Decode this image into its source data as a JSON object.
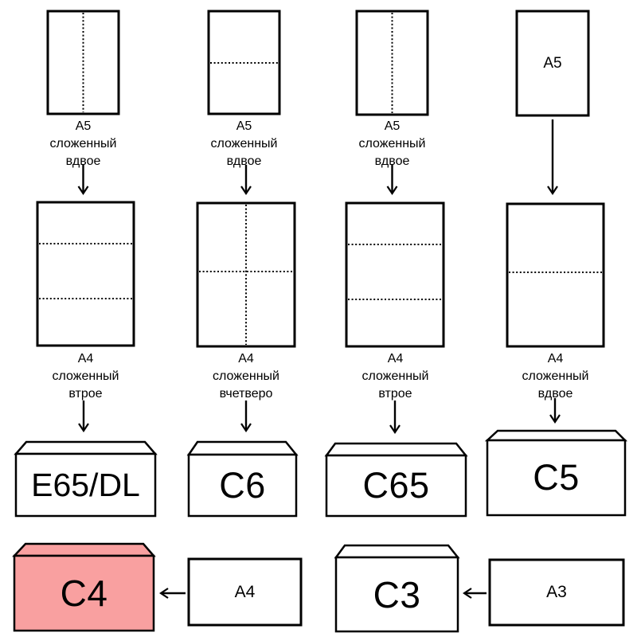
{
  "diagram": {
    "title": "paper-folding-to-envelope-size-chart",
    "colors": {
      "highlight_fill": "#f9a0a0",
      "stroke": "#000000",
      "background": "#ffffff"
    },
    "columns": [
      {
        "top_caption": [
          "A5",
          "сложенный",
          "вдвое"
        ],
        "mid_caption": [
          "A4",
          "сложенный",
          "втрое"
        ],
        "envelope": "E65/DL"
      },
      {
        "top_caption": [
          "A5",
          "сложенный",
          "вдвое"
        ],
        "mid_caption": [
          "A4",
          "сложенный",
          "вчетверо"
        ],
        "envelope": "C6"
      },
      {
        "top_caption": [
          "A5",
          "сложенный",
          "вдвое"
        ],
        "mid_caption": [
          "A4",
          "сложенный",
          "втрое"
        ],
        "envelope": "C65"
      },
      {
        "top_paper_label": "A5",
        "mid_caption": [
          "A4",
          "сложенный",
          "вдвое"
        ],
        "envelope": "C5"
      }
    ],
    "bottom_row": [
      {
        "envelope": "C4",
        "source": "A4",
        "highlighted": true
      },
      {
        "envelope": "C3",
        "source": "A3",
        "highlighted": false
      }
    ]
  }
}
